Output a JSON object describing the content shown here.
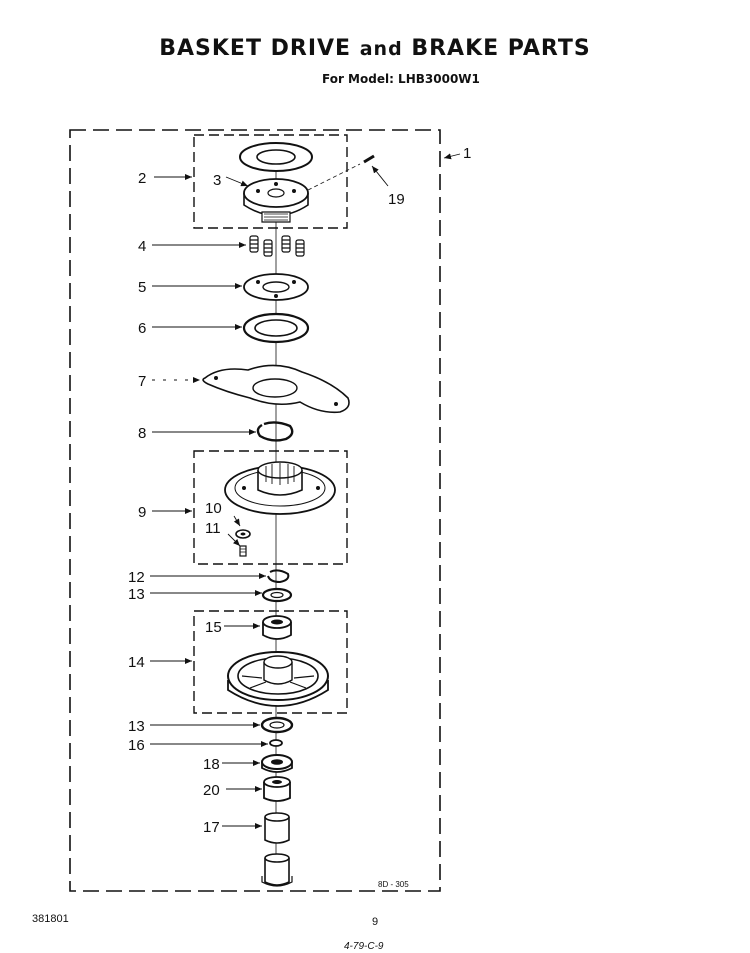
{
  "header": {
    "title_part1": "BASKET DRIVE ",
    "title_and": "and",
    "title_part2": " BRAKE PARTS",
    "subtitle": "For Model: LHB3000W1"
  },
  "diagram": {
    "ref_code": "8D - 305",
    "callouts": {
      "c1": "1",
      "c2": "2",
      "c3": "3",
      "c4": "4",
      "c5": "5",
      "c6": "6",
      "c7": "7",
      "c8": "8",
      "c9": "9",
      "c10": "10",
      "c11": "11",
      "c12": "12",
      "c13a": "13",
      "c13b": "13",
      "c14": "14",
      "c15": "15",
      "c16": "16",
      "c17": "17",
      "c18": "18",
      "c19": "19",
      "c20": "20"
    }
  },
  "footer": {
    "doc_number": "381801",
    "page_number": "9",
    "handwritten": "4-79-C-9"
  }
}
